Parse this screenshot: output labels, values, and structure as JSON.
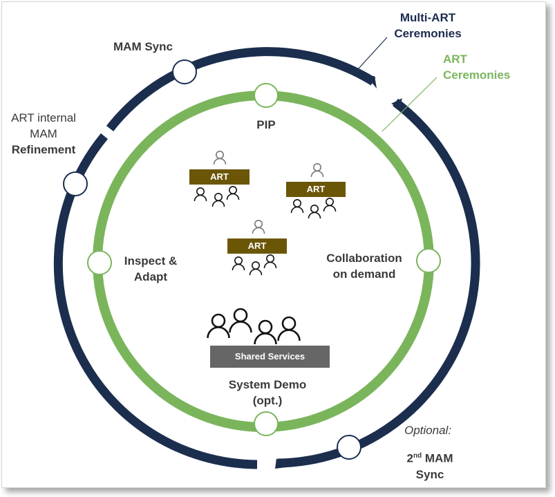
{
  "labels": {
    "mam_sync": "MAM Sync",
    "multi_art_line1": "Multi-ART",
    "multi_art_line2": "Ceremonies",
    "art_cer_line1": "ART",
    "art_cer_line2": "Ceremonies",
    "art_internal_line1": "ART internal",
    "art_internal_line2": "MAM",
    "art_internal_line3": "Refinement",
    "pip": "PIP",
    "inspect_line1": "Inspect &",
    "inspect_line2": "Adapt",
    "collab_line1": "Collaboration",
    "collab_line2": "on demand",
    "system_demo_line1": "System Demo",
    "system_demo_line2": "(opt.)",
    "optional": "Optional:",
    "second_num": "2",
    "second_sup": "nd",
    "second_rest": " MAM",
    "second_line2": "Sync"
  },
  "art_teams": [
    "ART",
    "ART",
    "ART"
  ],
  "shared_services": "Shared Services",
  "colors": {
    "navy": "#1b2e4e",
    "green": "#7ab55c",
    "art_bar": "#6b5607",
    "shared_bar": "#666666"
  },
  "icons": {
    "person": "person-icon",
    "milestone": "milestone-circle-icon"
  }
}
